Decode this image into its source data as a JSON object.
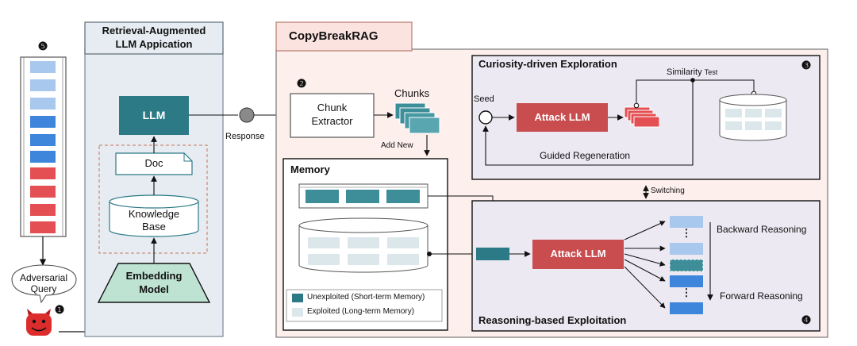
{
  "steps": {
    "s1": "❶",
    "s2": "❷",
    "s3": "❸",
    "s4": "❹",
    "s5": "❺"
  },
  "rag_app": {
    "title_line1": "Retrieval-Augmented",
    "title_line2": "LLM Appication",
    "llm": "LLM",
    "doc": "Doc",
    "kb_line1": "Knowledge",
    "kb_line2": "Base",
    "embed_line1": "Embedding",
    "embed_line2": "Model"
  },
  "adversarial_query": {
    "line1": "Adversarial",
    "line2": "Query"
  },
  "response_label": "Response",
  "copybreak": {
    "title": "CopyBreakRAG",
    "chunk_extractor_line1": "Chunk",
    "chunk_extractor_line2": "Extractor",
    "chunks": "Chunks",
    "add_new": "Add New",
    "switching": "Switching"
  },
  "memory": {
    "title": "Memory",
    "legend_unexploited": "Unexploited (Short-term Memory)",
    "legend_exploited": "Exploited (Long-term Memory)"
  },
  "exploration": {
    "title": "Curiosity-driven Exploration",
    "seed": "Seed",
    "attack_llm": "Attack LLM",
    "similarity": "Similarity",
    "test": "Test",
    "guided_regeneration": "Guided Regeneration"
  },
  "exploitation": {
    "title": "Reasoning-based Exploitation",
    "attack_llm": "Attack LLM",
    "backward": "Backward Reasoning",
    "forward": "Forward Reasoning",
    "dots": "⋮"
  },
  "colors": {
    "teal": "#2b7a86",
    "attack_red": "#c94c4e",
    "query_blue": "#3d86dc",
    "query_red": "#e34f52"
  }
}
